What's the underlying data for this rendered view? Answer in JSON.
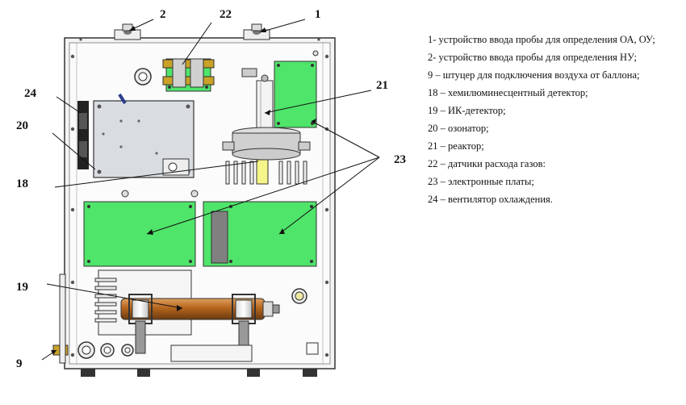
{
  "callouts": {
    "c1": "1",
    "c2": "2",
    "c9": "9",
    "c18": "18",
    "c19": "19",
    "c20": "20",
    "c21": "21",
    "c22": "22",
    "c23": "23",
    "c24": "24"
  },
  "legend": [
    "1-    устройство ввода пробы для определения ОА, ОУ;",
    "2-   устройство ввода пробы для определения НУ;",
    "9 – штуцер для подключения воздуха от баллона;",
    "18 – хемилюминесцентный детектор;",
    "19 – ИК-детектор;",
    "20 – озонатор;",
    "21 – реактор;",
    "22 – датчики расхода газов:",
    "23 – электронные платы;",
    "24 – вентилятор охлаждения."
  ],
  "colors": {
    "board": "#4fe46a",
    "tube": "#b5651d",
    "panel": "#d9dde2",
    "frame": "#f2f2f2"
  }
}
